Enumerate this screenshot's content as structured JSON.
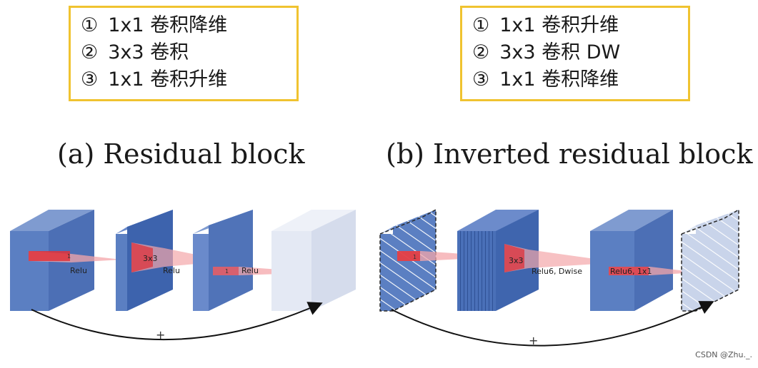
{
  "legend_a": {
    "line1": {
      "num": "①",
      "text": "1x1 卷积降维"
    },
    "line2": {
      "num": "②",
      "text": "3x3 卷积"
    },
    "line3": {
      "num": "③",
      "text": "1x1 卷积升维"
    }
  },
  "legend_b": {
    "line1": {
      "num": "①",
      "text": "1x1 卷积升维"
    },
    "line2": {
      "num": "②",
      "text": "3x3 卷积 DW"
    },
    "line3": {
      "num": "③",
      "text": "1x1 卷积降维"
    }
  },
  "titles": {
    "a": "(a) Residual block",
    "b": "(b) Inverted residual block"
  },
  "residual": {
    "labels": {
      "k1": "1",
      "k2": "3x3",
      "k3": "1",
      "relu1": "Relu",
      "relu2": "Relu",
      "relu3": "Relu",
      "plus": "+"
    }
  },
  "inverted": {
    "labels": {
      "k1": "1",
      "k2": "3x3",
      "act1": "Relu6, Dwise",
      "act2": "Relu6, 1x1",
      "plus": "+"
    }
  },
  "colors": {
    "legend_border": "#f0c330",
    "block_fill": "#5b7fc2",
    "block_dark": "#4068b0",
    "block_light": "#dfe5f2",
    "kernel_red": "#e0323a",
    "projection_pink": "#f7b3b6"
  },
  "watermark": "CSDN @Zhu._."
}
